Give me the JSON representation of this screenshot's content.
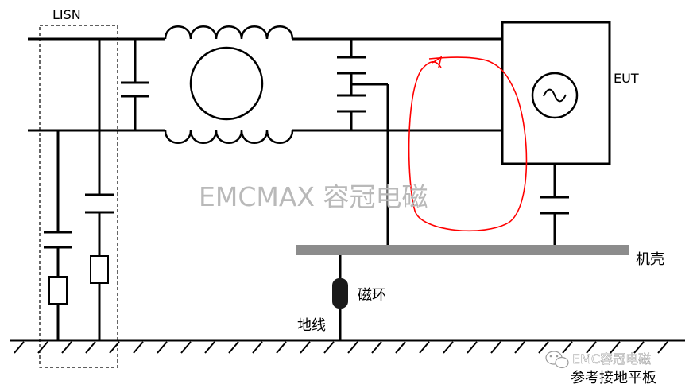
{
  "labels": {
    "lisn": "LISN",
    "eut": "EUT",
    "chassis": "机壳",
    "ferrite": "磁环",
    "ground_wire": "地线",
    "ground_plane": "参考接地平板"
  },
  "watermark": {
    "text": "EMCMAX 容冠电磁",
    "footer": "EMC容冠电磁"
  },
  "colors": {
    "wire": "#000000",
    "chassis_bar": "#8c8c8c",
    "loop": "#ff0000",
    "watermark": "#b9b9b9"
  }
}
